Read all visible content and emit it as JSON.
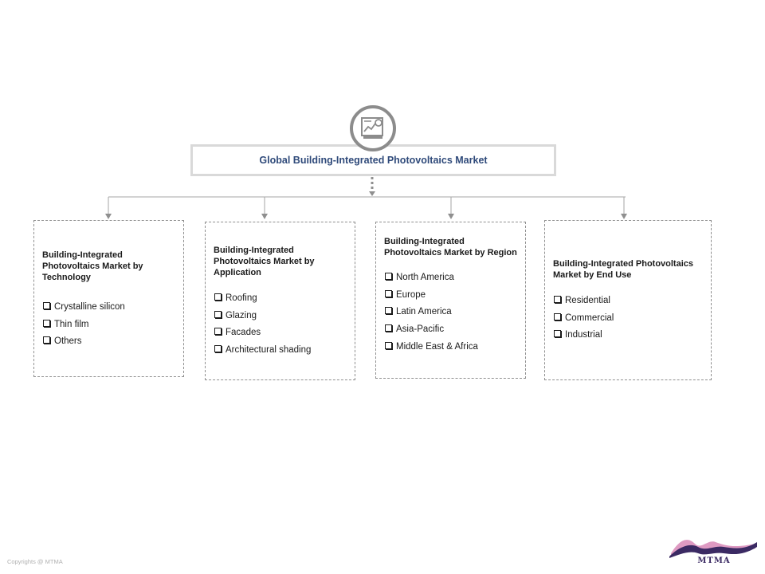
{
  "diagram": {
    "title": "Global Building-Integrated Photovoltaics Market",
    "icon": "market-chart-icon",
    "segments": [
      {
        "heading": "Building-Integrated Photovoltaics Market by Technology",
        "items": [
          "Crystalline silicon",
          "Thin film",
          "Others"
        ]
      },
      {
        "heading": "Building-Integrated Photovoltaics Market by Application",
        "items": [
          "Roofing",
          "Glazing",
          "Facades",
          "Architectural shading"
        ]
      },
      {
        "heading": "Building-Integrated Photovoltaics Market by Region",
        "items": [
          "North America",
          "Europe",
          "Latin America",
          "Asia-Pacific",
          "Middle East & Africa"
        ]
      },
      {
        "heading": "Building-Integrated Photovoltaics Market by End Use",
        "items": [
          "Residential",
          "Commercial",
          "Industrial"
        ]
      }
    ]
  },
  "footer": {
    "copyright": "Copyrights @ MTMA",
    "logo_text": "MTMA"
  },
  "colors": {
    "title": "#2f4a7a",
    "icon_ring": "#8c8c8c",
    "connector": "#8f8f8f",
    "box_border": "#8f8f8f",
    "logo_dark": "#3b2a63",
    "logo_accent": "#c2478f"
  }
}
